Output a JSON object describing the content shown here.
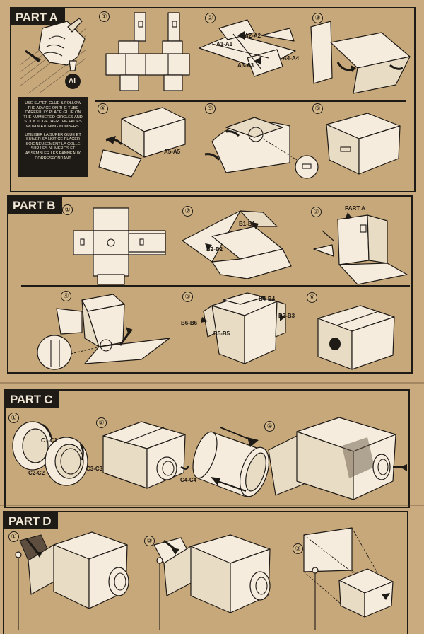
{
  "parts": {
    "a": {
      "title": "PART A",
      "badge": "AI",
      "note_en": "USE SUPER GLUE & FOLLOW THE ADVICE ON THE TUBE CAREFULLY PLACE GLUE ON THE NUMBERED CIRCLES AND STICK TOGETHER THE FACES WITH MATCHING NUMBERS.",
      "note_fr": "UTILISER LA SUPER GLUE ET SUIVER SA NOTICE PLACER SOIGNEUSEMENT LA COLLE SUR LES NUMEROS ET ASSEMBLER LES PANNEAUX CORRESPONDANT",
      "steps": [
        "①",
        "②",
        "③",
        "④",
        "⑤",
        "⑥"
      ],
      "labels": {
        "a1": "A1-A1",
        "a2": "A2-A2",
        "a3": "A3-A3",
        "a4": "A4-A4",
        "a5": "A5-A5"
      }
    },
    "b": {
      "title": "PART B",
      "steps": [
        "①",
        "②",
        "③",
        "④",
        "⑤",
        "⑥"
      ],
      "labels": {
        "b1": "B1-B1",
        "b2": "B2-B2",
        "parta": "PART A",
        "b4": "B4-B4",
        "b3": "B3-B3",
        "b6": "B6-B6",
        "b5": "B5-B5"
      }
    },
    "c": {
      "title": "PART C",
      "steps": [
        "①",
        "②",
        "④"
      ],
      "labels": {
        "c1": "C1-C1",
        "c2": "C2-C2",
        "c3": "C3-C3",
        "c4": "C4-C4"
      }
    },
    "d": {
      "title": "PART D",
      "steps": [
        "①",
        "②",
        "③"
      ]
    }
  },
  "colors": {
    "cardboard": "#c7a87b",
    "ink": "#1e1a16",
    "paper": "#f5ecdd"
  },
  "icons": [
    "hand-with-glue-tube-icon",
    "curved-arrow-icon",
    "straight-arrow-icon",
    "smartphone-icon",
    "lens-icon",
    "projection-screen-icon"
  ]
}
